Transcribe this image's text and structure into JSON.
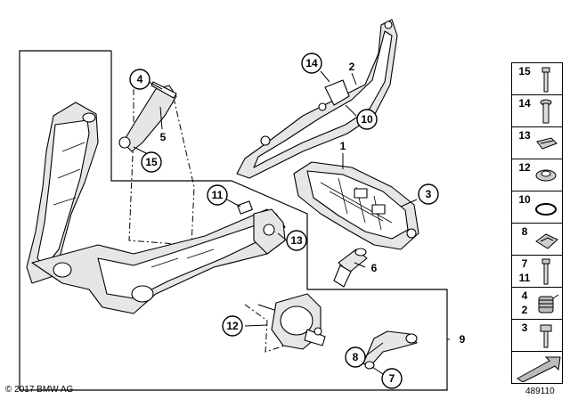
{
  "callouts": {
    "c1": "1",
    "c2": "2",
    "c3": "3",
    "c4": "4",
    "c5": "5",
    "c6": "6",
    "c7": "7",
    "c8": "8",
    "c9": "9",
    "c10": "10",
    "c11": "11",
    "c12": "12",
    "c13": "13",
    "c14": "14",
    "c15": "15"
  },
  "legend": [
    {
      "num": "15",
      "icon": "pin-icon"
    },
    {
      "num": "14",
      "icon": "rivet-icon"
    },
    {
      "num": "13",
      "icon": "clip-icon"
    },
    {
      "num": "12",
      "icon": "torx-screw-icon"
    },
    {
      "num": "10",
      "icon": "snap-ring-icon"
    },
    {
      "num": "8",
      "icon": "spring-clip-icon"
    },
    {
      "num": "7",
      "num2": "11",
      "icon": "bolt-icon"
    },
    {
      "num": "4",
      "num2": "2",
      "icon": "coil-spring-icon"
    },
    {
      "num": "3",
      "icon": "hex-bolt-icon"
    },
    {
      "num": "",
      "icon": "arrow-icon"
    }
  ],
  "footer": {
    "copyright": "© 2017 BMW AG",
    "diagram_number": "489110"
  }
}
